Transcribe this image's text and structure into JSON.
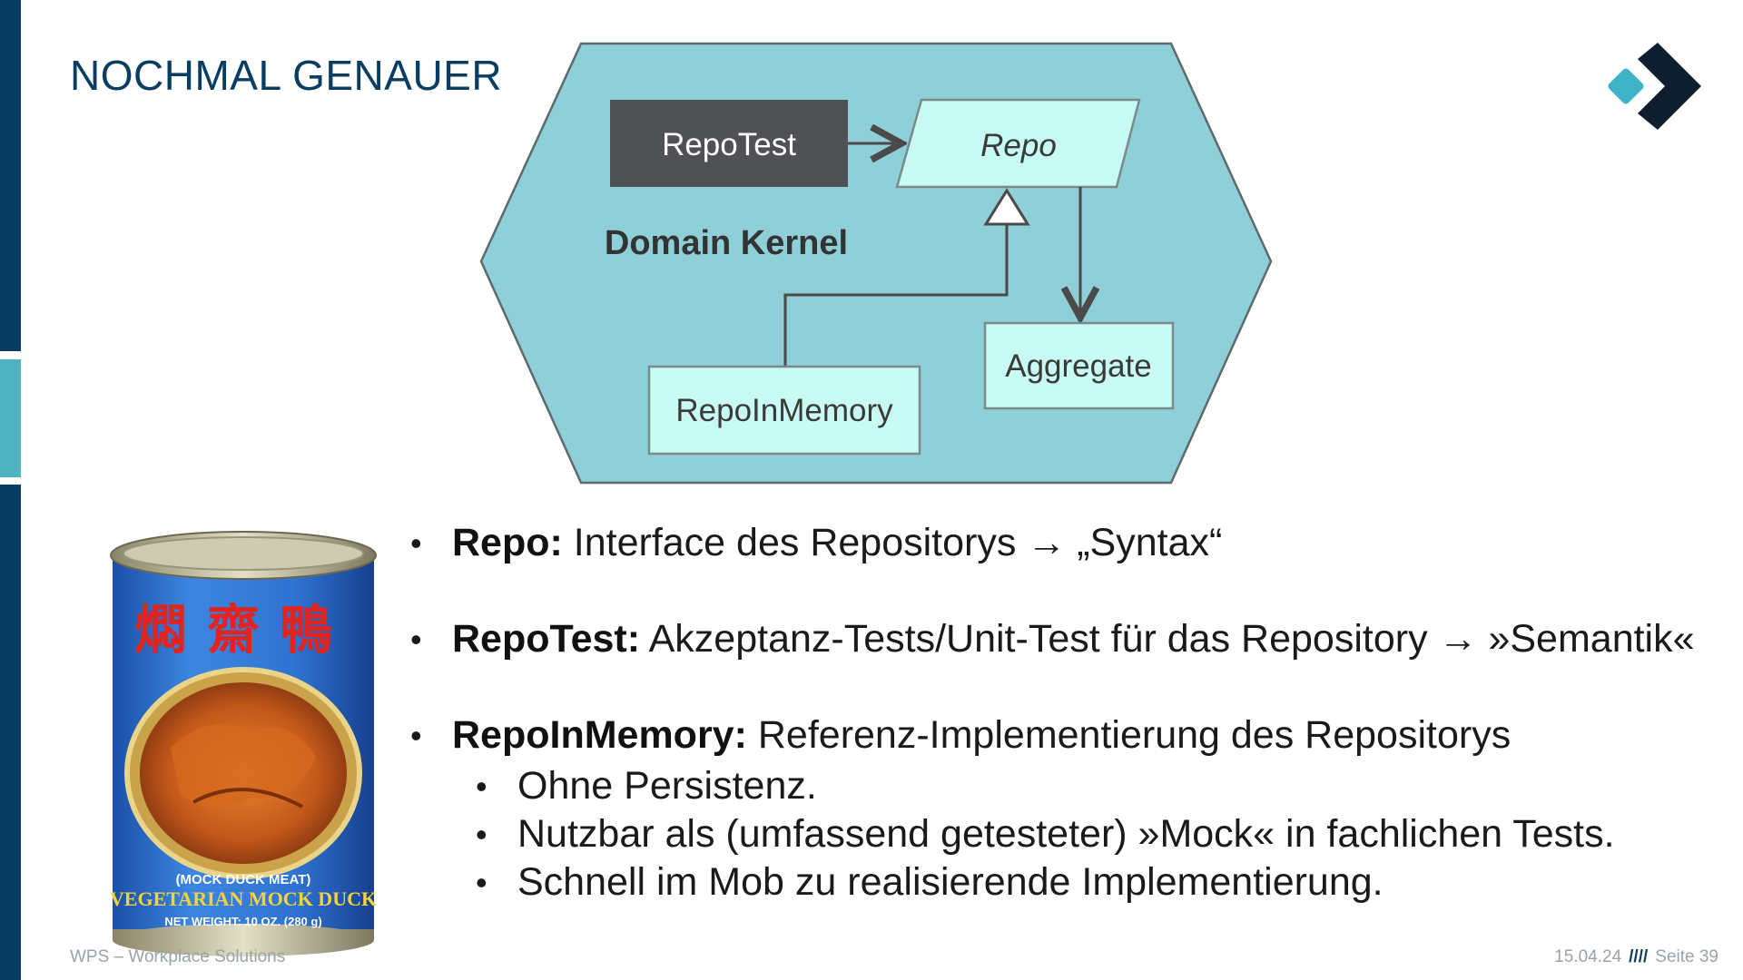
{
  "slide": {
    "title": "NOCHMAL GENAUER",
    "accent_dark": "#0a3d62",
    "accent_light": "#4fb3bf"
  },
  "diagram": {
    "kernel_label": "Domain Kernel",
    "repo_test": "RepoTest",
    "repo": "Repo",
    "repo_in_memory": "RepoInMemory",
    "aggregate": "Aggregate",
    "hex_fill": "#8ecfd8",
    "box_fill": "#c8fbf3",
    "dark_box_fill": "#4f5154"
  },
  "can": {
    "chinese": "燜齋鴨",
    "line1": "(MOCK DUCK MEAT)",
    "line2": "VEGETARIAN MOCK DUCK",
    "line3": "NET WEIGHT:  10 OZ.  (280 g)"
  },
  "bullets": [
    {
      "term": "Repo:",
      "text": " Interface des Repositorys → „Syntax“"
    },
    {
      "term": "RepoTest:",
      "text": " Akzeptanz-Tests/Unit-Test für das Repository → »Semantik«"
    },
    {
      "term": "RepoInMemory:",
      "text": " Referenz-Implementierung des Repositorys",
      "sub": [
        "Ohne Persistenz.",
        "Nutzbar als (umfassend getesteter) »Mock« in fachlichen Tests.",
        "Schnell im Mob zu realisierende Implementierung."
      ]
    }
  ],
  "footer": {
    "company": "WPS – Workplace Solutions",
    "date": "15.04.24",
    "separator": "////",
    "page": "Seite 39"
  }
}
